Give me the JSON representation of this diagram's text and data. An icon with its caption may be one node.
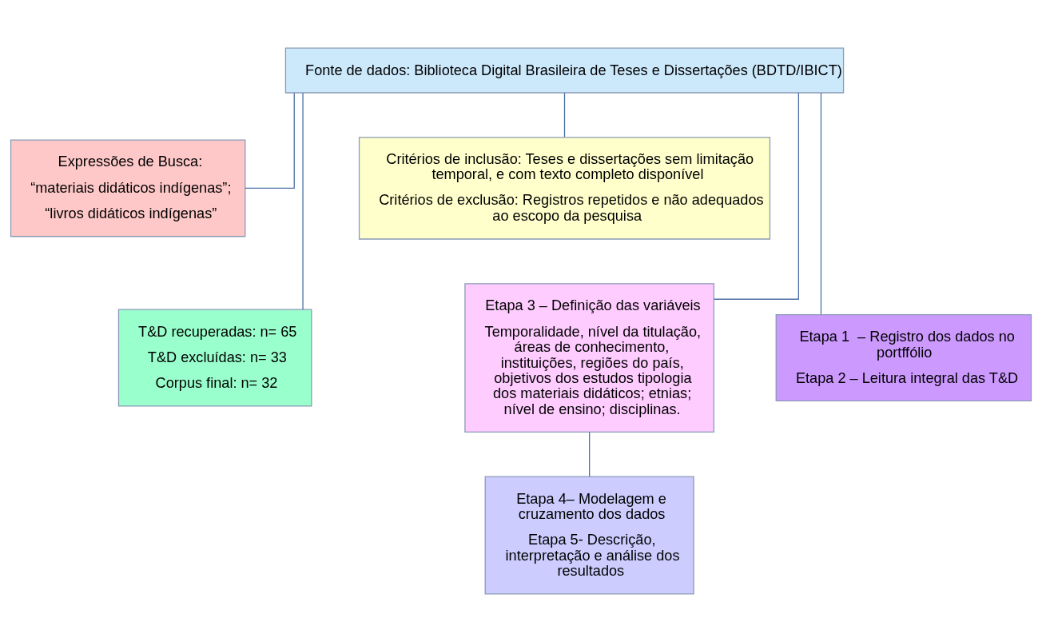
{
  "diagram": {
    "nodes": [
      {
        "text": [
          "Fonte de dados: Biblioteca Digital Brasileira de Teses e Dissertações (BDTD/IBICT)"
        ]
      },
      {
        "text": [
          "Expressões de Busca:",
          "“materiais didáticos indígenas”;",
          "“livros didáticos indígenas”"
        ]
      },
      {
        "text": [
          "Critérios de inclusão: Teses e dissertações sem limitação temporal, e com texto completo disponível",
          "Critérios de exclusão: Registros repetidos e não adequados ao escopo da pesquisa"
        ]
      },
      {
        "text": [
          "T&D recuperadas: n= 65",
          "T&D excluídas: n= 33",
          "Corpus final: n= 32"
        ]
      },
      {
        "text": [
          "Etapa 1  – Registro dos dados no portffólio",
          "Etapa 2 – Leitura integral das T&D"
        ]
      },
      {
        "text": [
          "Etapa 3 – Definição das variáveis",
          "Temporalidade, nível da titulação, áreas de conhecimento, instituições, regiões do país, objetivos dos estudos tipologia dos materiais didáticos; etnias; nível de ensino; disciplinas."
        ]
      },
      {
        "text": [
          "Etapa 4– Modelagem e cruzamento dos dados",
          "Etapa 5- Descrição, interpretação e análise dos resultados"
        ]
      }
    ],
    "edges": [
      {
        "from": 0,
        "to": 1,
        "arrow": "none"
      },
      {
        "from": 0,
        "to": 2,
        "arrow": "none"
      },
      {
        "from": 0,
        "to": 3,
        "arrow": "none"
      },
      {
        "from": 0,
        "to": 4,
        "arrow": "none"
      },
      {
        "from": 0,
        "to": 5,
        "arrow": "none"
      },
      {
        "from": 5,
        "to": 6,
        "arrow": "none"
      }
    ]
  }
}
